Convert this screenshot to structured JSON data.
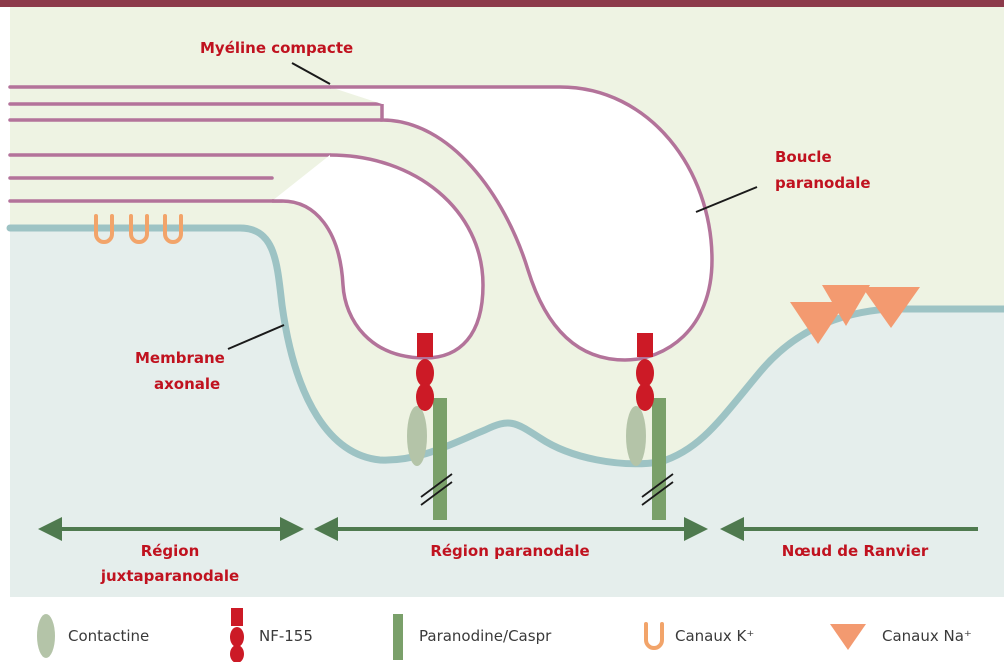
{
  "labels": {
    "myelin_compact": "Myéline compacte",
    "paranodal_loop_line1": "Boucle",
    "paranodal_loop_line2": "paranodale",
    "axonal_membrane_line1": "Membrane",
    "axonal_membrane_line2": "axonale"
  },
  "regions": {
    "juxtaparanodal_line1": "Région",
    "juxtaparanodal_line2": "juxtaparanodale",
    "paranodal": "Région paranodale",
    "node": "Nœud de Ranvier"
  },
  "legend": {
    "contactin": "Contactine",
    "nf155": "NF-155",
    "paranodin": "Paranodine/Caspr",
    "k_channels": "Canaux K⁺",
    "na_channels": "Canaux Na⁺"
  },
  "colors": {
    "top_rule": "#8c3a4a",
    "background_top": "#eef3e3",
    "axon_fill": "#e5eeec",
    "myelin": "#b3739a",
    "axon_membrane": "#9dc3c4",
    "label_red": "#c0121f",
    "arrow_green": "#4f7a4f",
    "contactin": "#b4c4a8",
    "nf155": "#cc1a26",
    "paranodin": "#7aa06a",
    "k_channel": "#f2a46a",
    "na_channel": "#f39a70"
  }
}
